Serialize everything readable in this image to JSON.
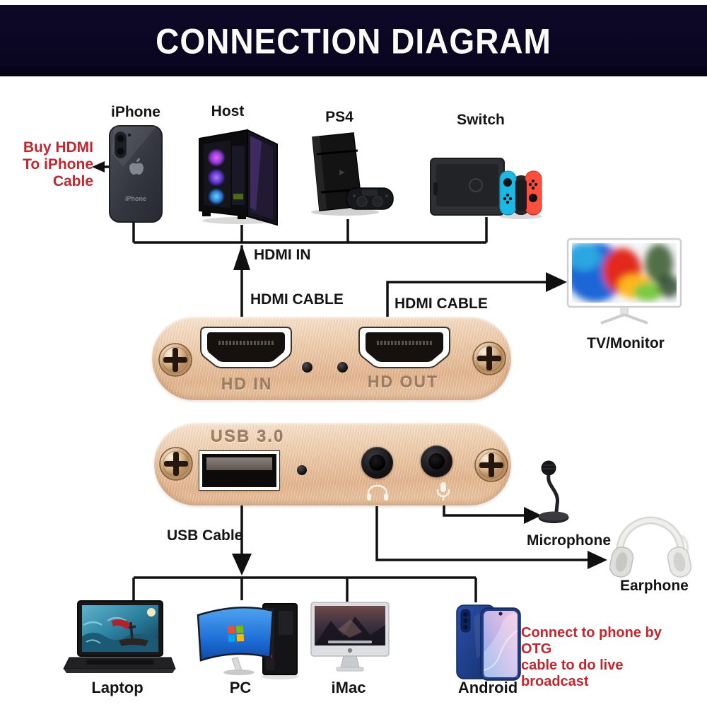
{
  "title": "CONNECTION DIAGRAM",
  "sources": {
    "iphone": "iPhone",
    "host": "Host",
    "ps4": "PS4",
    "switch": "Switch"
  },
  "phone_back_print": "iPhone",
  "notes": {
    "buy_hdmi": [
      "Buy HDMI",
      "To iPhone",
      "Cable"
    ],
    "otg": [
      "Connect to phone by OTG",
      "cable to do live broadcast"
    ],
    "color": "#c5262c"
  },
  "cables": {
    "hdmi_in": "HDMI IN",
    "hdmi_cable_1": "HDMI CABLE",
    "hdmi_cable_2": "HDMI CABLE",
    "usb_cable": "USB Cable"
  },
  "card": {
    "hd_in": "HD IN",
    "hd_out": "HD OUT",
    "usb": "USB 3.0",
    "body_color": "#e7c09c"
  },
  "outputs": {
    "tv": "TV/Monitor",
    "microphone": "Microphone",
    "earphone": "Earphone"
  },
  "clients": {
    "laptop": "Laptop",
    "pc": "PC",
    "imac": "iMac",
    "android": "Android"
  },
  "colors": {
    "banner_bg": "#0a0520",
    "note_red": "#c5262c",
    "joycon_blue": "#18bde4",
    "joycon_red": "#fd4c39",
    "line_black": "#101010"
  },
  "icons": {
    "screw": "phillips-screw",
    "hdmi": "hdmi-port",
    "usb": "usb-a-port",
    "jack": "audio-jack",
    "headphone_glyph": "headphone",
    "mic_glyph": "microphone"
  }
}
